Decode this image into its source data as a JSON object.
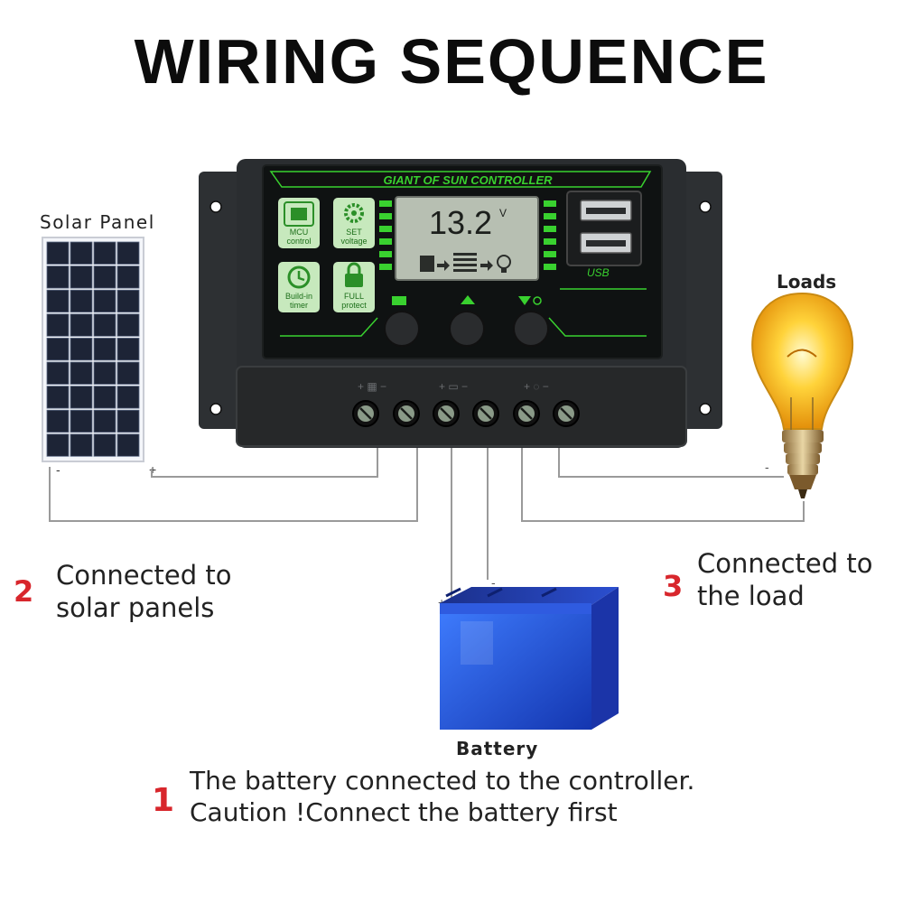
{
  "title": "WIRING SEQUENCE",
  "controller": {
    "brand": "GIANT OF SUN CONTROLLER",
    "lcd_voltage": "13.2",
    "lcd_unit": "V",
    "usb_label": "USB",
    "features": [
      {
        "line1": "MCU",
        "line2": "control",
        "icon": "chip-icon"
      },
      {
        "line1": "SET",
        "line2": "voltage",
        "icon": "gear-icon"
      },
      {
        "line1": "Build-in",
        "line2": "timer",
        "icon": "clock-icon"
      },
      {
        "line1": "FULL",
        "line2": "protect",
        "icon": "lock-icon"
      }
    ],
    "accent_color": "#39d12f"
  },
  "components": {
    "solar_panel": "Solar Panel",
    "loads": "Loads",
    "battery": "Battery"
  },
  "steps": [
    {
      "number": "1",
      "line1": "The battery connected to the controller.",
      "line2": "Caution !Connect the battery first"
    },
    {
      "number": "2",
      "line1": "Connected to",
      "line2": "solar panels"
    },
    {
      "number": "3",
      "line1": "Connected to",
      "line2": "the load"
    }
  ],
  "polarity": {
    "plus": "+",
    "minus": "-"
  }
}
